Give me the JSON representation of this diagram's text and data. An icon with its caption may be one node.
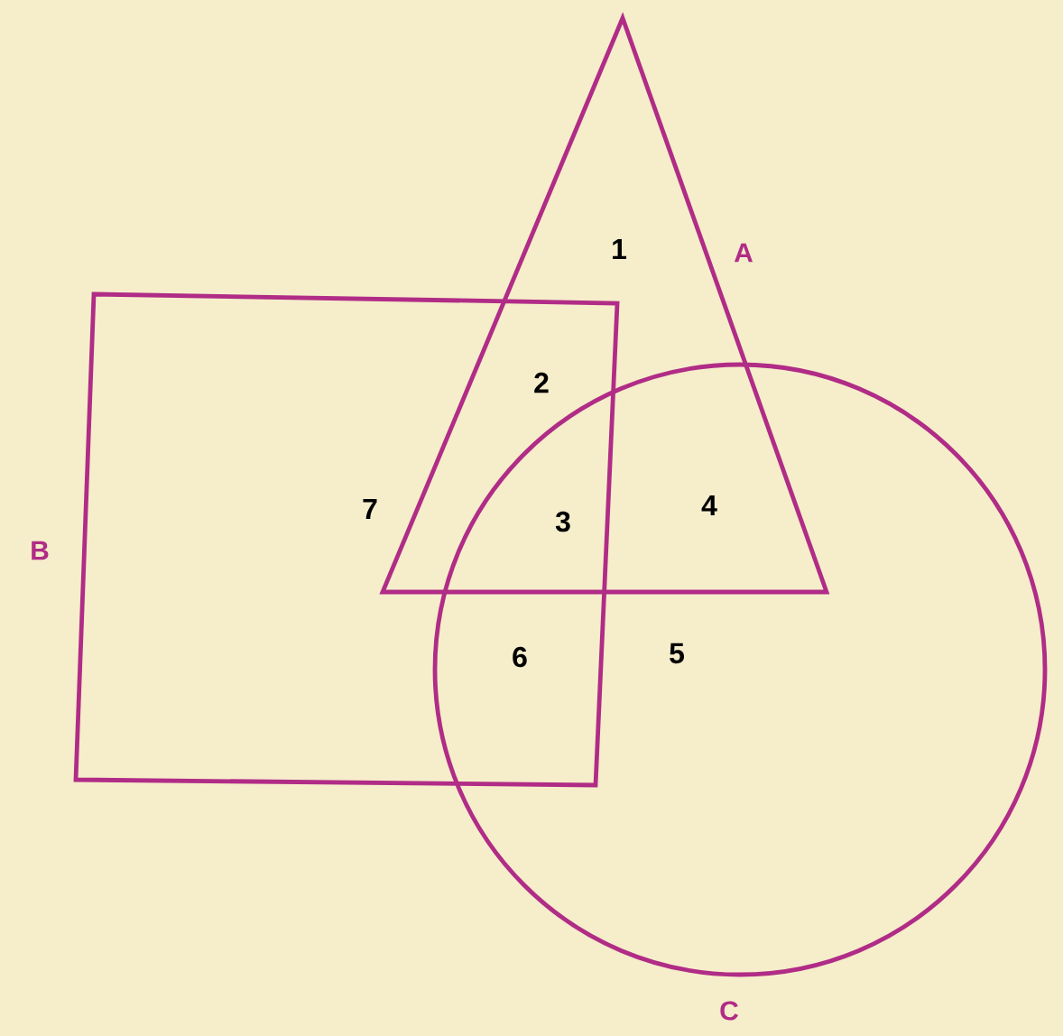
{
  "diagram": {
    "nodes": [
      {
        "text": [
          "A"
        ]
      },
      {
        "text": [
          "B"
        ]
      },
      {
        "text": [
          "C"
        ]
      }
    ],
    "labels": [
      "1",
      "2",
      "7",
      "3",
      "4",
      "6",
      "5"
    ]
  }
}
